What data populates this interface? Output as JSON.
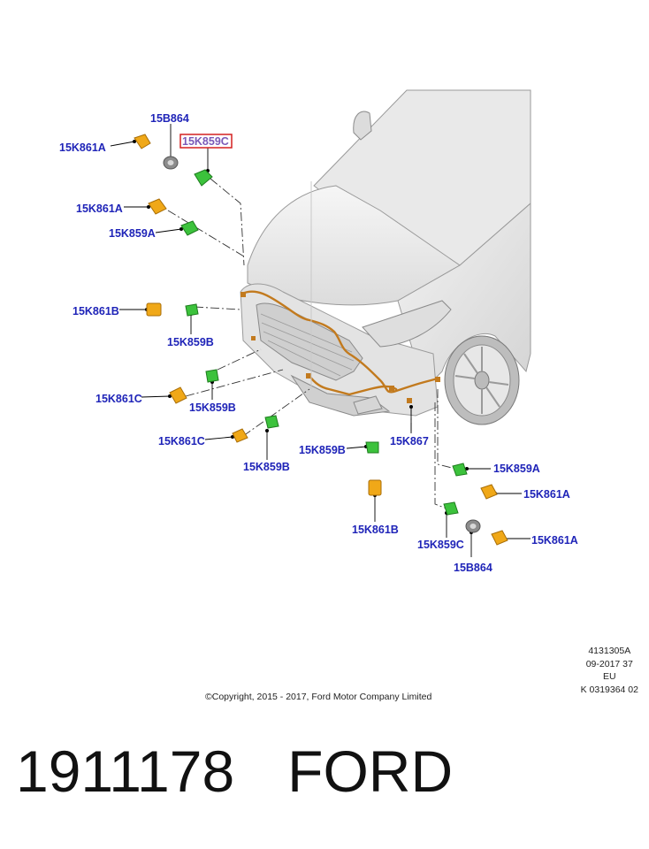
{
  "diagram": {
    "labels": {
      "l1": "15B864",
      "l2": "15K861A",
      "l3": "15K859C",
      "l4": "15K861A",
      "l5": "15K859A",
      "l6": "15K861B",
      "l7": "15K859B",
      "l8": "15K861C",
      "l9": "15K859B",
      "l10": "15K861C",
      "l11": "15K859B",
      "l12": "15K859B",
      "l13": "15K867",
      "l14": "15K861B",
      "l15": "15K859A",
      "l16": "15K861A",
      "l17": "15K859C",
      "l18": "15K861A",
      "l19": "15B864"
    },
    "highlighted_label": "15K859C",
    "colors": {
      "label": "#1f24b8",
      "highlight_border": "#d42020",
      "sensor_green": "#3cc23c",
      "bracket_orange": "#f0a818",
      "harness": "#c27a1e",
      "body_gray": "#e6e6e6"
    }
  },
  "meta": {
    "line1": "4131305A",
    "line2": "09-2017 37",
    "line3": "EU",
    "line4": "K 0319364 02"
  },
  "copyright": "©Copyright, 2015 - 2017, Ford Motor Company Limited",
  "caption": {
    "part_number": "1911178",
    "brand": "FORD"
  }
}
